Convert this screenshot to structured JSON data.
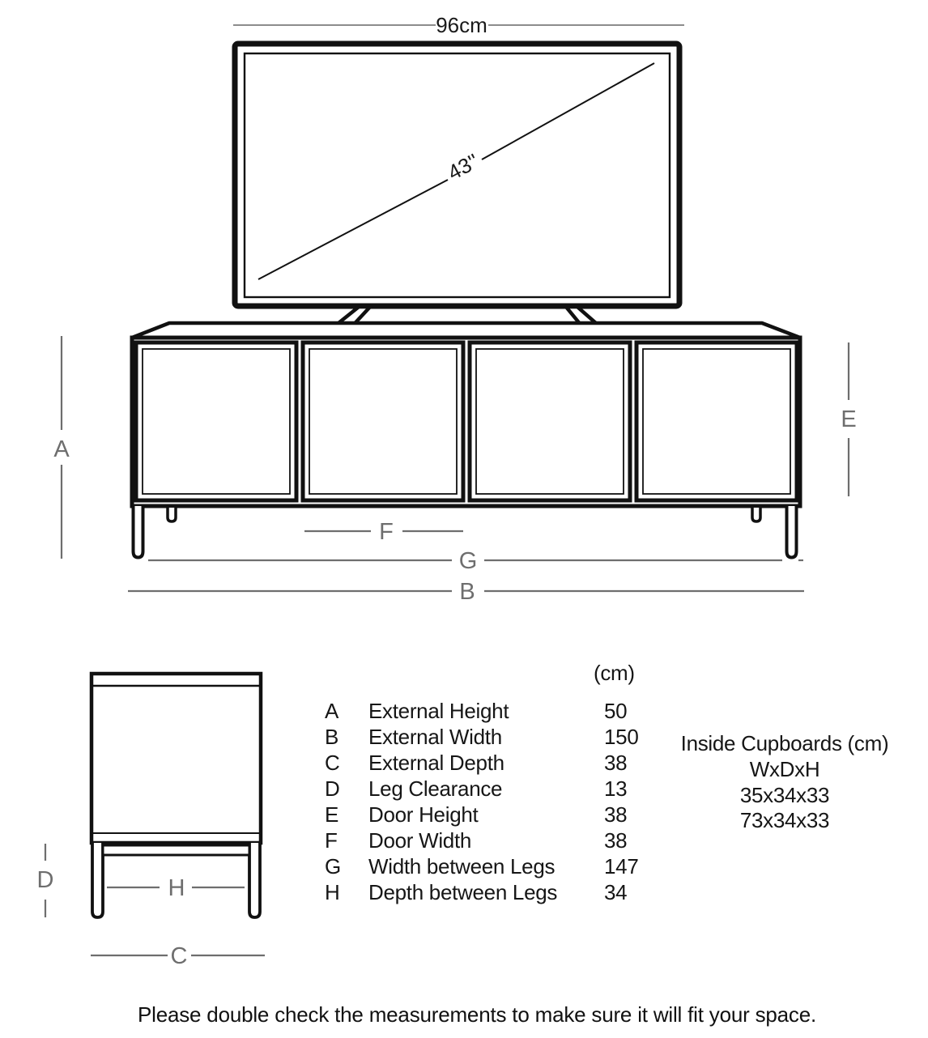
{
  "colors": {
    "line_ink": "#111111",
    "dimension_gray": "#6e6e6e",
    "top_dimension_gray": "#8c8c8c",
    "text_dark": "#161616"
  },
  "tv": {
    "width_label": "96cm",
    "diagonal_label": "43''"
  },
  "dim_labels": {
    "a": "A",
    "b": "B",
    "c": "C",
    "d": "D",
    "e": "E",
    "f": "F",
    "g": "G",
    "h": "H"
  },
  "table": {
    "unit_header": "(cm)",
    "rows": [
      {
        "letter": "A",
        "label": "External Height",
        "value": "50"
      },
      {
        "letter": "B",
        "label": "External Width",
        "value": "150"
      },
      {
        "letter": "C",
        "label": "External Depth",
        "value": "38"
      },
      {
        "letter": "D",
        "label": "Leg Clearance",
        "value": "13"
      },
      {
        "letter": "E",
        "label": "Door Height",
        "value": "38"
      },
      {
        "letter": "F",
        "label": "Door Width",
        "value": "38"
      },
      {
        "letter": "G",
        "label": "Width between Legs",
        "value": "147"
      },
      {
        "letter": "H",
        "label": "Depth between Legs",
        "value": "34"
      }
    ]
  },
  "inside_cupboards": {
    "title": "Inside Cupboards (cm)",
    "dims_header": "WxDxH",
    "sizes": [
      "35x34x33",
      "73x34x33"
    ]
  },
  "note": "Please double check the measurements to make sure it will fit your space."
}
